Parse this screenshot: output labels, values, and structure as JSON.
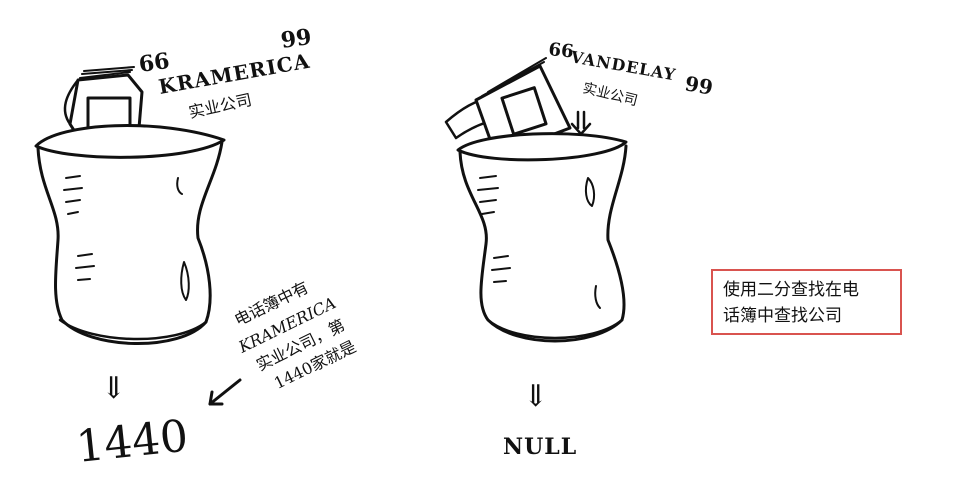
{
  "left_cup": {
    "company_latin": "KRAMERICA",
    "company_chinese": "实业公司",
    "open_quote": "66",
    "close_quote": "99",
    "arrow": "⇓",
    "result": "1440"
  },
  "note": {
    "lines": [
      "电话簿中有",
      "KRAMERICA",
      "实业公司，第",
      "1440家就是"
    ]
  },
  "right_cup": {
    "company_latin": "VANDELAY",
    "company_chinese": "实业公司",
    "open_quote": "66",
    "close_quote": "99",
    "arrow": "⇓",
    "result": "NULL"
  },
  "callout": {
    "line1": "使用二分查找在电",
    "line2": "话簿中查找公司"
  }
}
